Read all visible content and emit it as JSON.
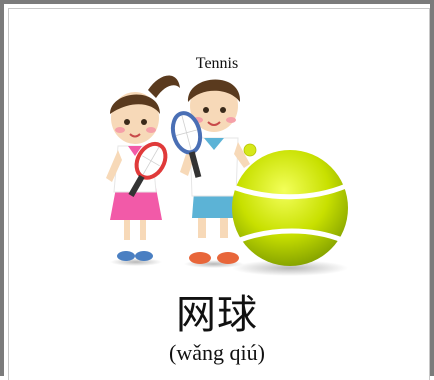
{
  "card": {
    "english_label": "Tennis",
    "chinese_label": "网球",
    "pinyin_label": "(wǎng qiú)"
  },
  "illustration": {
    "icons": [
      "girl-with-racket-icon",
      "boy-with-racket-icon",
      "tennis-ball-icon"
    ],
    "colors": {
      "ball": "#c8e000",
      "girl_skirt": "#f25aa8",
      "boy_shorts": "#5cb3d6",
      "hair": "#5a3a1e",
      "racket_girl": "#e03a3a",
      "racket_boy": "#4a6fb5"
    }
  }
}
